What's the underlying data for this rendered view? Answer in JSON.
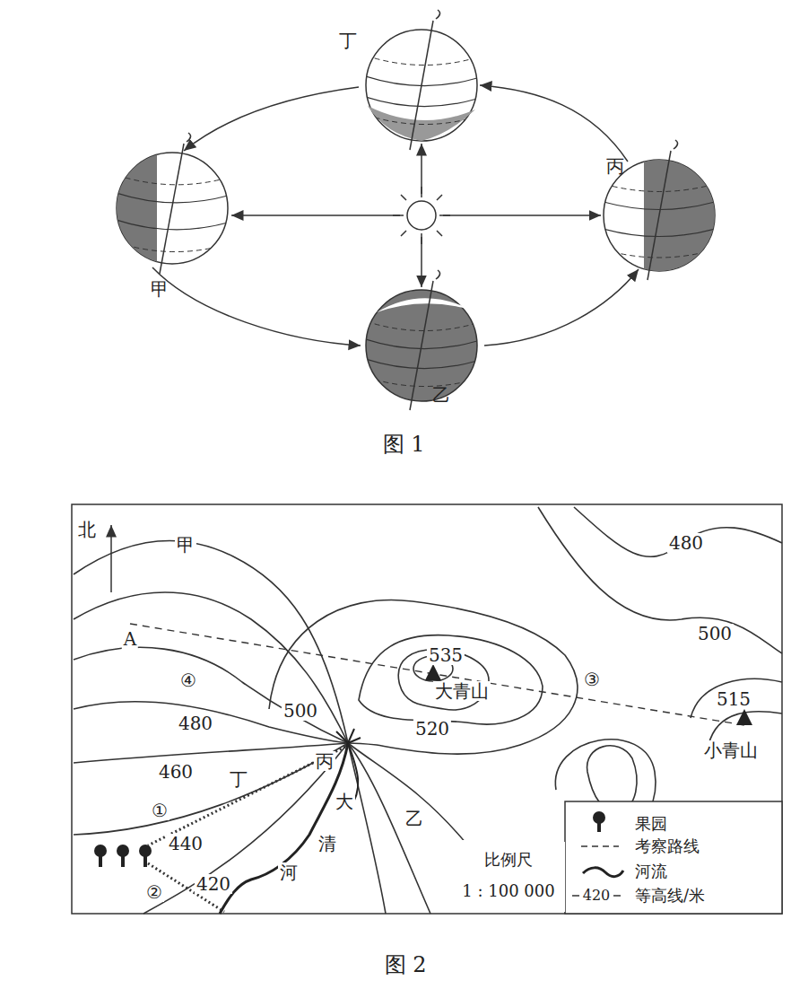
{
  "diagram": {
    "nodes": [
      {
        "text": [
          "比例尺",
          "1 : 100 000"
        ]
      }
    ],
    "labels": [
      "丁",
      "甲",
      "丙",
      "乙",
      "图 1",
      "北",
      "甲",
      "A",
      "④",
      "480",
      "500",
      "535",
      "大青山",
      "520",
      "③",
      "515",
      "小青山",
      "500",
      "480",
      "460",
      "丁",
      "丙",
      "大",
      "清",
      "河",
      "乙",
      "①",
      "440",
      "②",
      "420",
      "420",
      "图 2"
    ],
    "legend": [
      {
        "text": "果园"
      },
      {
        "text": "考察路线"
      },
      {
        "text": "河流"
      },
      {
        "text": "等高线/米"
      }
    ]
  }
}
